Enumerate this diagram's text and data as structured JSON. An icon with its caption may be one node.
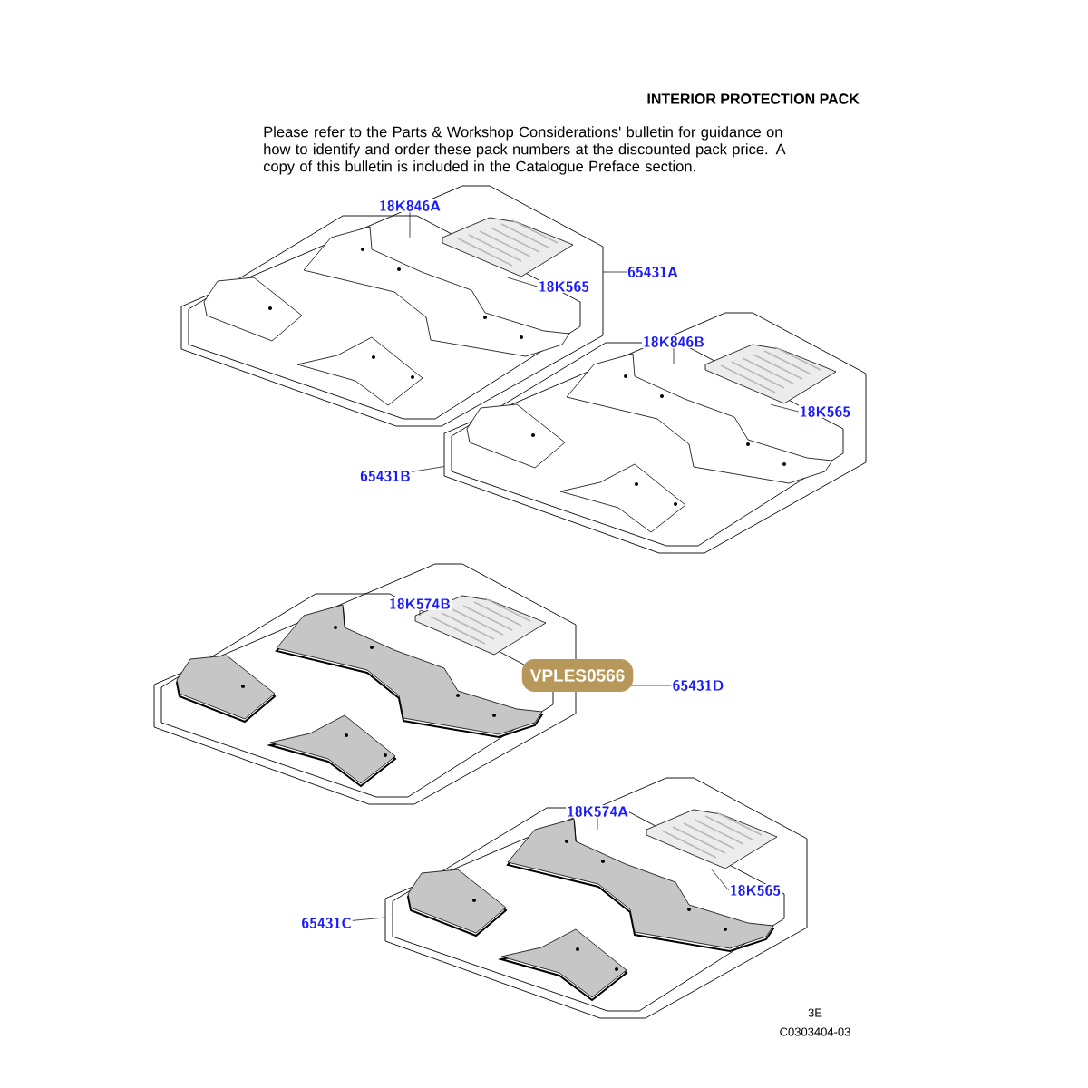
{
  "diagram": {
    "title": "INTERIOR PROTECTION PACK",
    "nodes": [
      {
        "text": [
          "18K846A"
        ],
        "in": 1
      },
      {
        "text": [],
        "shape": "picture"
      },
      {
        "text": [],
        "shape": "picture",
        "in": 1
      },
      {
        "text": [],
        "shape": "picture",
        "in": 1
      },
      {
        "text": [
          "18K565"
        ],
        "in": 1
      },
      {
        "text": [
          "65431A"
        ]
      },
      {
        "text": [
          "18K846B"
        ],
        "in": 7
      },
      {
        "text": [],
        "shape": "picture"
      },
      {
        "text": [],
        "shape": "picture",
        "in": 7
      },
      {
        "text": [],
        "shape": "picture",
        "in": 7
      },
      {
        "text": [
          "18K565"
        ],
        "in": 7
      },
      {
        "text": [
          "65431B"
        ]
      },
      {
        "text": [
          "18K574B"
        ],
        "in": 13
      },
      {
        "text": [],
        "shape": "picture"
      },
      {
        "text": [],
        "shape": "picture",
        "in": 13
      },
      {
        "text": [],
        "shape": "picture",
        "in": 13
      },
      {
        "text": [
          "65431D"
        ]
      },
      {
        "text": [
          "18K574A"
        ],
        "in": 18
      },
      {
        "text": [],
        "shape": "picture"
      },
      {
        "text": [],
        "shape": "picture",
        "in": 18
      },
      {
        "text": [],
        "shape": "picture",
        "in": 18
      },
      {
        "text": [
          "18K565"
        ],
        "in": 18
      },
      {
        "text": [
          "65431C"
        ]
      }
    ],
    "edges": [
      {
        "from": 0,
        "to": 2,
        "arrow": "none"
      },
      {
        "from": 4,
        "to": 3,
        "arrow": "none"
      },
      {
        "from": 5,
        "to": 1,
        "arrow": "none"
      },
      {
        "from": 6,
        "to": 8,
        "arrow": "none"
      },
      {
        "from": 10,
        "to": 9,
        "arrow": "none"
      },
      {
        "from": 11,
        "to": 7,
        "arrow": "none"
      },
      {
        "from": 12,
        "to": 14,
        "arrow": "none"
      },
      {
        "from": 16,
        "to": 13,
        "arrow": "none"
      },
      {
        "from": 17,
        "to": 19,
        "arrow": "none"
      },
      {
        "from": 21,
        "to": 20,
        "arrow": "none"
      },
      {
        "from": 22,
        "to": 18,
        "arrow": "none"
      }
    ],
    "labels": [
      "Please refer to the Parts & Workshop Considerations' bulletin for guidance on how to identify and order these pack numbers at the discounted pack price. A copy of this bulletin is included in the Catalogue Preface section.",
      "VPLES0566",
      "3E",
      "C0303404-03"
    ]
  }
}
